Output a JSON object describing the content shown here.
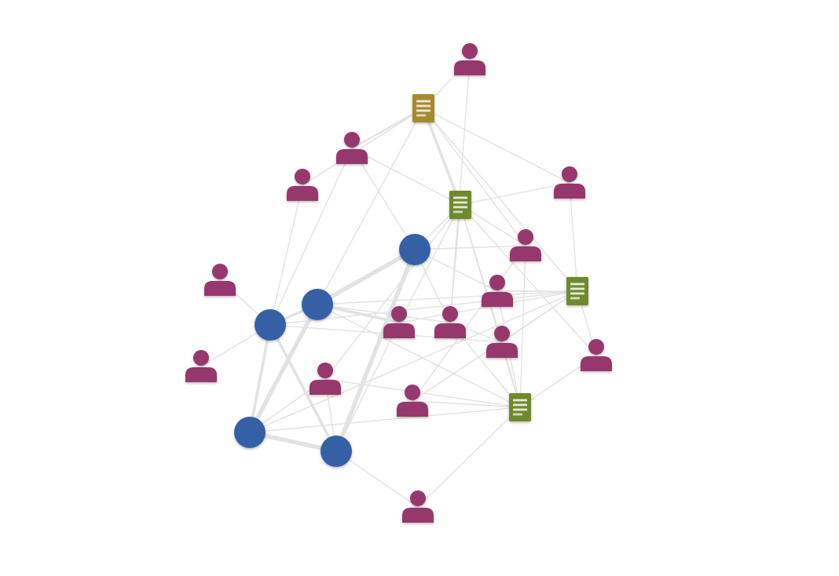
{
  "colors": {
    "background": "#ffffff",
    "edge": "#e2e2e2",
    "hub": "#3560a6",
    "person": "#96386e",
    "document_gold": "#a68a2e",
    "document_green": "#6e8a2e",
    "document_lines": "#e8e8d8"
  },
  "graph": {
    "nodes": [
      {
        "id": "hub-a",
        "kind": "hub",
        "icon": "circle"
      },
      {
        "id": "hub-b",
        "kind": "hub",
        "icon": "circle"
      },
      {
        "id": "hub-c",
        "kind": "hub",
        "icon": "circle"
      },
      {
        "id": "hub-d",
        "kind": "hub",
        "icon": "circle"
      },
      {
        "id": "hub-e",
        "kind": "hub",
        "icon": "circle"
      },
      {
        "id": "doc-1",
        "kind": "document",
        "icon": "document-icon",
        "color": "gold"
      },
      {
        "id": "doc-2",
        "kind": "document",
        "icon": "document-icon",
        "color": "green"
      },
      {
        "id": "doc-3",
        "kind": "document",
        "icon": "document-icon",
        "color": "green"
      },
      {
        "id": "doc-4",
        "kind": "document",
        "icon": "document-icon",
        "color": "green"
      },
      {
        "id": "person-1",
        "kind": "person",
        "icon": "person-icon"
      },
      {
        "id": "person-2",
        "kind": "person",
        "icon": "person-icon"
      },
      {
        "id": "person-3",
        "kind": "person",
        "icon": "person-icon"
      },
      {
        "id": "person-4",
        "kind": "person",
        "icon": "person-icon"
      },
      {
        "id": "person-5",
        "kind": "person",
        "icon": "person-icon"
      },
      {
        "id": "person-6",
        "kind": "person",
        "icon": "person-icon"
      },
      {
        "id": "person-7",
        "kind": "person",
        "icon": "person-icon"
      },
      {
        "id": "person-8",
        "kind": "person",
        "icon": "person-icon"
      },
      {
        "id": "person-9",
        "kind": "person",
        "icon": "person-icon"
      },
      {
        "id": "person-10",
        "kind": "person",
        "icon": "person-icon"
      },
      {
        "id": "person-11",
        "kind": "person",
        "icon": "person-icon"
      },
      {
        "id": "person-12",
        "kind": "person",
        "icon": "person-icon"
      },
      {
        "id": "person-13",
        "kind": "person",
        "icon": "person-icon"
      },
      {
        "id": "person-14",
        "kind": "person",
        "icon": "person-icon"
      },
      {
        "id": "person-15",
        "kind": "person",
        "icon": "person-icon"
      }
    ],
    "edges": [
      [
        "doc-1",
        "person-1",
        1
      ],
      [
        "doc-1",
        "person-2",
        2
      ],
      [
        "doc-1",
        "person-3",
        1
      ],
      [
        "doc-1",
        "doc-2",
        3
      ],
      [
        "doc-1",
        "person-4",
        1
      ],
      [
        "doc-1",
        "hub-b",
        1
      ],
      [
        "doc-1",
        "person-6",
        1
      ],
      [
        "doc-1",
        "doc-3",
        1
      ],
      [
        "person-1",
        "person-10",
        1
      ],
      [
        "person-2",
        "hub-a",
        1
      ],
      [
        "person-2",
        "doc-2",
        1
      ],
      [
        "person-2",
        "hub-c",
        1
      ],
      [
        "person-3",
        "hub-c",
        1
      ],
      [
        "person-4",
        "doc-3",
        1
      ],
      [
        "person-4",
        "doc-2",
        1
      ],
      [
        "doc-2",
        "hub-a",
        1
      ],
      [
        "doc-2",
        "person-6",
        1
      ],
      [
        "doc-2",
        "person-11",
        1
      ],
      [
        "doc-2",
        "person-13",
        1
      ],
      [
        "doc-2",
        "person-12",
        1
      ],
      [
        "doc-2",
        "doc-4",
        1
      ],
      [
        "hub-a",
        "hub-b",
        4
      ],
      [
        "hub-a",
        "hub-e",
        4
      ],
      [
        "hub-a",
        "person-6",
        1
      ],
      [
        "hub-a",
        "person-7",
        1
      ],
      [
        "hub-a",
        "person-10",
        1
      ],
      [
        "hub-b",
        "hub-c",
        3
      ],
      [
        "hub-b",
        "hub-d",
        4
      ],
      [
        "hub-b",
        "person-9",
        3
      ],
      [
        "hub-b",
        "doc-3",
        1
      ],
      [
        "hub-b",
        "person-10",
        1
      ],
      [
        "hub-b",
        "doc-4",
        1
      ],
      [
        "hub-c",
        "person-5",
        1
      ],
      [
        "hub-c",
        "person-8",
        1
      ],
      [
        "hub-c",
        "hub-d",
        3
      ],
      [
        "hub-c",
        "hub-e",
        3
      ],
      [
        "hub-c",
        "person-11",
        1
      ],
      [
        "hub-c",
        "doc-3",
        1
      ],
      [
        "hub-d",
        "hub-e",
        4
      ],
      [
        "hub-d",
        "person-12",
        1
      ],
      [
        "hub-d",
        "doc-4",
        1
      ],
      [
        "hub-d",
        "doc-3",
        1
      ],
      [
        "hub-e",
        "person-9",
        1
      ],
      [
        "hub-e",
        "person-15",
        1
      ],
      [
        "hub-e",
        "person-12",
        1
      ],
      [
        "doc-3",
        "person-7",
        1
      ],
      [
        "doc-3",
        "person-11",
        1
      ],
      [
        "doc-3",
        "person-13",
        1
      ],
      [
        "doc-3",
        "person-14",
        1
      ],
      [
        "doc-3",
        "person-9",
        1
      ],
      [
        "doc-4",
        "person-6",
        1
      ],
      [
        "doc-4",
        "person-7",
        1
      ],
      [
        "doc-4",
        "person-13",
        1
      ],
      [
        "doc-4",
        "person-14",
        1
      ],
      [
        "doc-4",
        "person-12",
        1
      ],
      [
        "doc-4",
        "person-15",
        1
      ],
      [
        "doc-4",
        "person-10",
        1
      ],
      [
        "doc-4",
        "person-11",
        1
      ],
      [
        "person-6",
        "person-14",
        1
      ],
      [
        "person-10",
        "person-11",
        1
      ],
      [
        "person-10",
        "doc-2",
        1
      ],
      [
        "person-9",
        "doc-2",
        1
      ]
    ]
  }
}
